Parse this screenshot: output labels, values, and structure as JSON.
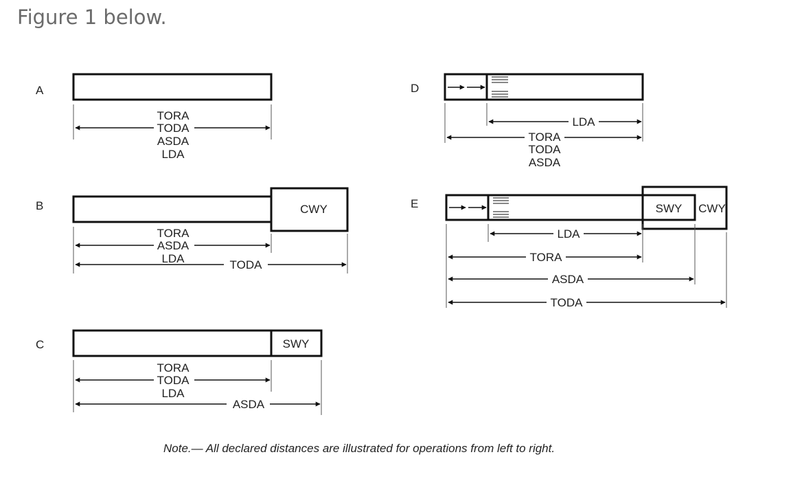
{
  "caption": "Figure 1 below.",
  "panels": {
    "a": {
      "letter": "A",
      "tora": "TORA",
      "toda": "TODA",
      "asda": "ASDA",
      "lda": "LDA"
    },
    "b": {
      "letter": "B",
      "cwy": "CWY",
      "tora": "TORA",
      "asda": "ASDA",
      "lda": "LDA",
      "toda": "TODA"
    },
    "c": {
      "letter": "C",
      "swy": "SWY",
      "tora": "TORA",
      "toda": "TODA",
      "lda": "LDA",
      "asda": "ASDA"
    },
    "d": {
      "letter": "D",
      "lda": "LDA",
      "tora": "TORA",
      "toda": "TODA",
      "asda": "ASDA"
    },
    "e": {
      "letter": "E",
      "swy": "SWY",
      "cwy": "CWY",
      "lda": "LDA",
      "tora": "TORA",
      "asda": "ASDA",
      "toda": "TODA"
    }
  },
  "note": "Note.— All declared distances are illustrated for operations from left to right."
}
